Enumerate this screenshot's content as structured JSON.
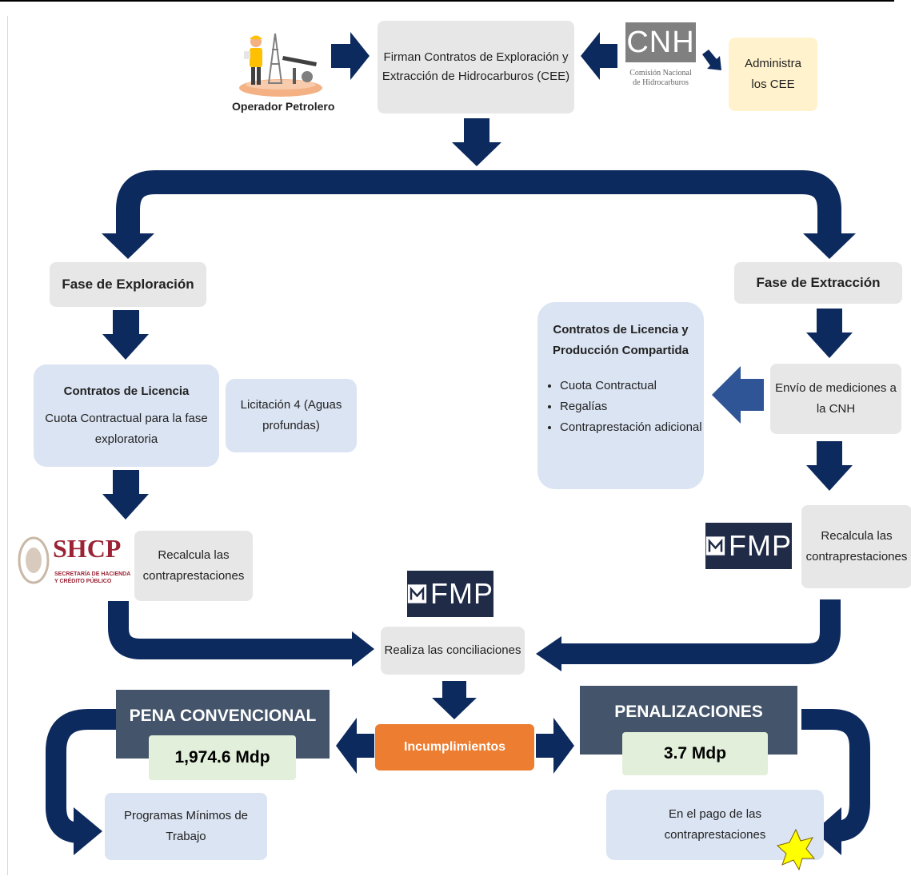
{
  "operator": {
    "label": "Operador Petrolero"
  },
  "firman": {
    "line1": "Firman Contratos de Exploración y",
    "line2": "Extracción de Hidrocarburos (CEE)"
  },
  "cnh": {
    "logo_text": "CNH",
    "sub1": "Comisión Nacional",
    "sub2": "de Hidrocarburos"
  },
  "administra": {
    "line1": "Administra",
    "line2": "los CEE"
  },
  "fase_exploracion": "Fase de Exploración",
  "fase_extraccion": "Fase de Extracción",
  "contratos_licencia": {
    "title": "Contratos de Licencia",
    "line1": "Cuota Contractual para la fase",
    "line2": "exploratoria"
  },
  "licitacion": {
    "line1": "Licitación 4 (Aguas",
    "line2": "profundas)"
  },
  "contratos_lpc": {
    "title1": "Contratos de Licencia y",
    "title2": "Producción Compartida",
    "items": [
      "Cuota Contractual",
      "Regalías",
      "Contraprestación adicional"
    ]
  },
  "envio": {
    "line1": "Envío de mediciones a",
    "line2": "la CNH"
  },
  "shcp": {
    "logo_text": "SHCP",
    "sub1": "SECRETARÍA DE HACIENDA",
    "sub2": "Y CRÉDITO PÚBLICO"
  },
  "recalcula_left": {
    "line1": "Recalcula las",
    "line2": "contraprestaciones"
  },
  "recalcula_right": {
    "line1": "Recalcula las",
    "line2": "contraprestaciones"
  },
  "fmp_logo_text": "FMP",
  "conciliaciones": "Realiza las conciliaciones",
  "incumplimientos": "Incumplimientos",
  "pena": {
    "title": "PENA CONVENCIONAL",
    "amount": "1,974.6 Mdp"
  },
  "penalizaciones": {
    "title": "PENALIZACIONES",
    "amount": "3.7 Mdp"
  },
  "programas": {
    "line1": "Programas Mínimos de",
    "line2": "Trabajo"
  },
  "pago": {
    "line1": "En el pago de las",
    "line2": "contraprestaciones"
  },
  "colors": {
    "arrow": "#0d2a5e",
    "arrow_light": "#2f5597",
    "dark_header": "#44546a",
    "orange": "#ed7d31"
  },
  "icons": [
    "oil-worker-pumpjack-icon",
    "mexico-coat-of-arms-icon",
    "fmp-logo-icon",
    "star-icon"
  ]
}
